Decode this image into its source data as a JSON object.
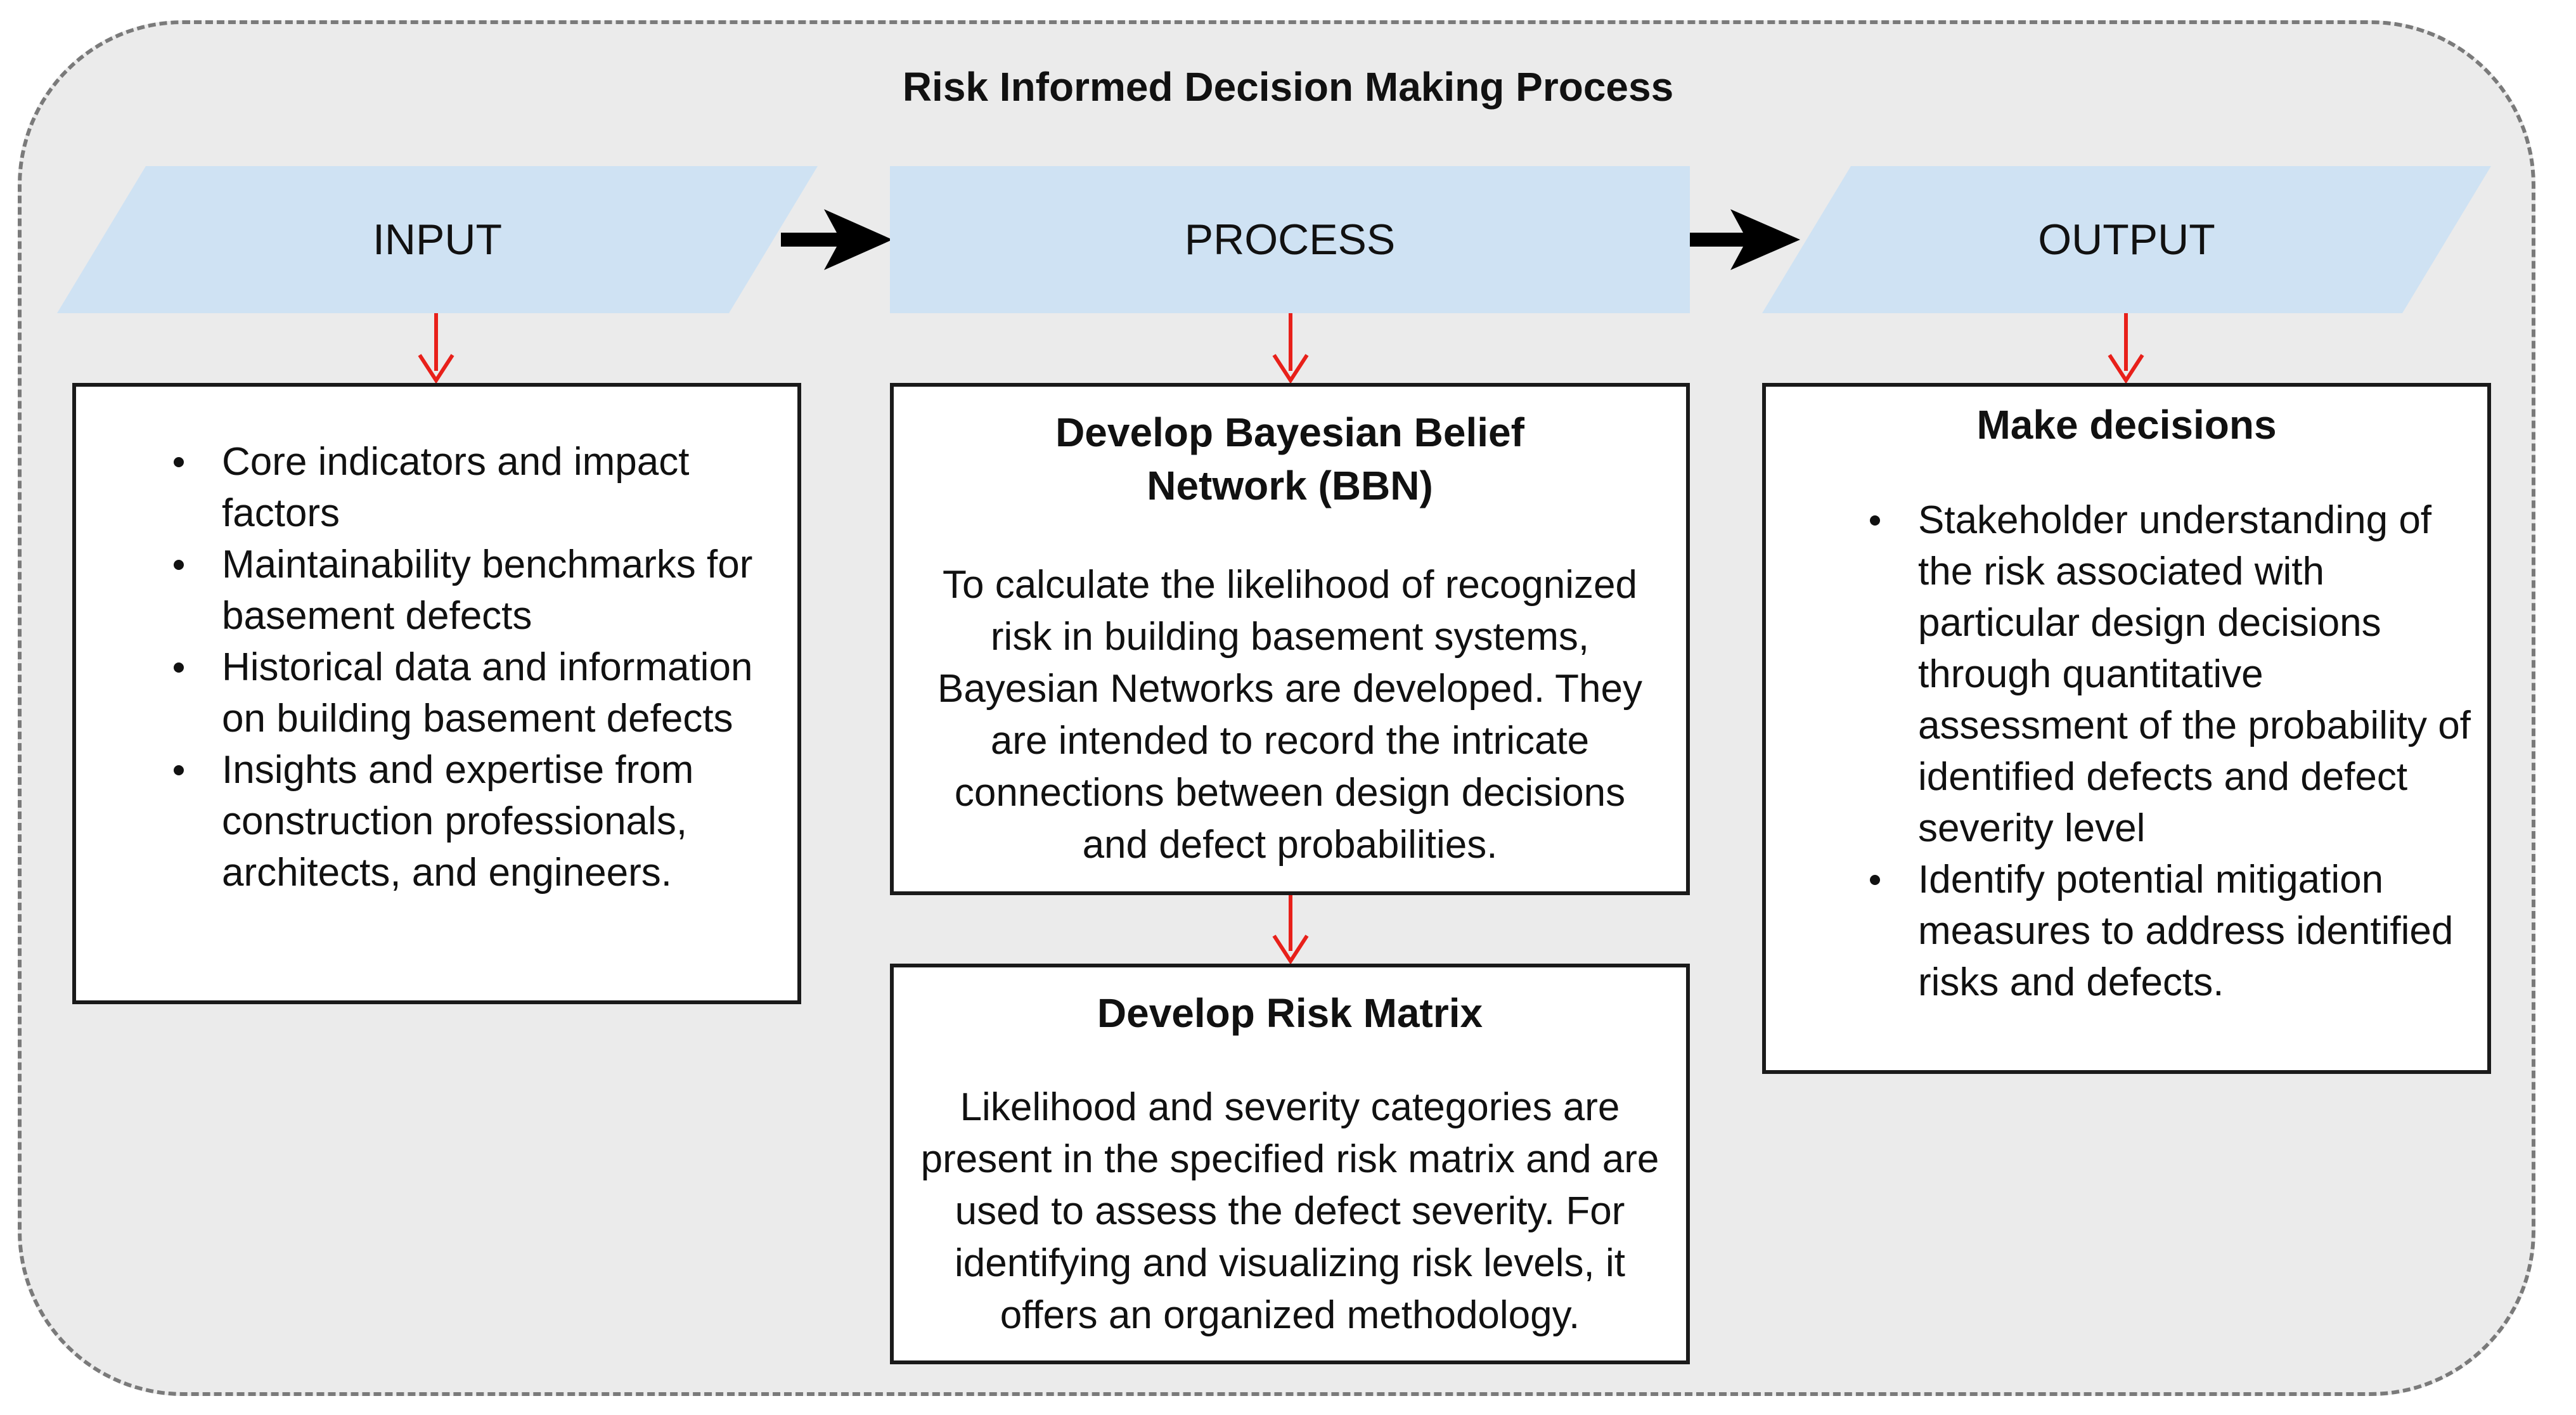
{
  "title": "Risk Informed Decision Making Process",
  "phases": {
    "input": "INPUT",
    "process": "PROCESS",
    "output": "OUTPUT"
  },
  "input_box": {
    "items": [
      "Core indicators and impact factors",
      "Maintainability benchmarks for basement defects",
      "Historical data and information on building basement defects",
      "Insights and expertise from construction professionals, architects, and engineers."
    ]
  },
  "bbn_box": {
    "title": "Develop Bayesian Belief Network (BBN)",
    "text": "To calculate the likelihood of recognized risk in building basement systems, Bayesian Networks are developed. They are intended to record the intricate connections between design decisions and defect probabilities."
  },
  "risk_matrix_box": {
    "title": "Develop Risk Matrix",
    "text": "Likelihood and severity categories are present in the specified risk matrix and are used to assess the defect severity. For identifying and visualizing risk levels, it offers an organized methodology."
  },
  "decisions_box": {
    "title": "Make decisions",
    "items": [
      "Stakeholder understanding of the risk associated with particular design decisions through quantitative assessment of the probability of identified defects and defect severity level",
      "Identify potential mitigation measures to address identified risks and defects."
    ]
  },
  "colors": {
    "phase_fill": "#cfe2f3",
    "flow_arrow": "#000000",
    "down_arrow": "#e8201a",
    "frame_fill": "#ebebeb",
    "frame_border": "#7a7a7a"
  }
}
